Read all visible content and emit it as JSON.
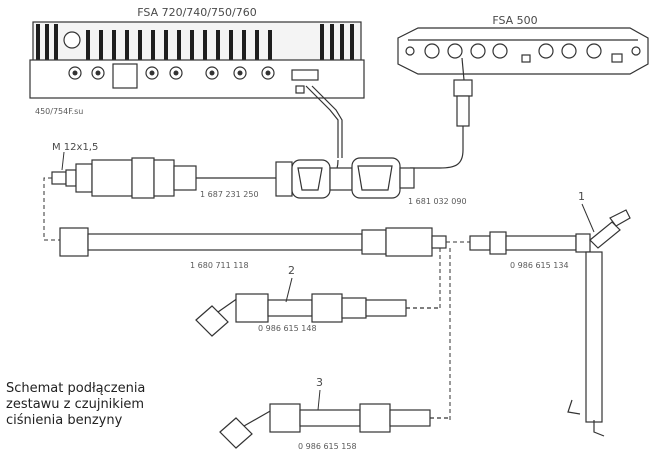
{
  "devices": {
    "fsa_720_title": "FSA 720/740/750/760",
    "fsa_500_title": "FSA 500",
    "fsa_720_code": "450/754F.su"
  },
  "parts": {
    "thread": "M 12x1,5",
    "cable_a": "1 687 231 250",
    "cable_b": "1 681 032 090",
    "hose_main": "1 680 711 118",
    "hose_y": "0 986 615 134",
    "adapter_2": "0 986 615 148",
    "adapter_3": "0 986 615 158"
  },
  "callouts": {
    "c1": "1",
    "c2": "2",
    "c3": "3"
  },
  "caption": {
    "line1": "Schemat  podłączenia",
    "line2": "zestawu  z  czujnikiem",
    "line3": "ciśnienia benzyny"
  }
}
